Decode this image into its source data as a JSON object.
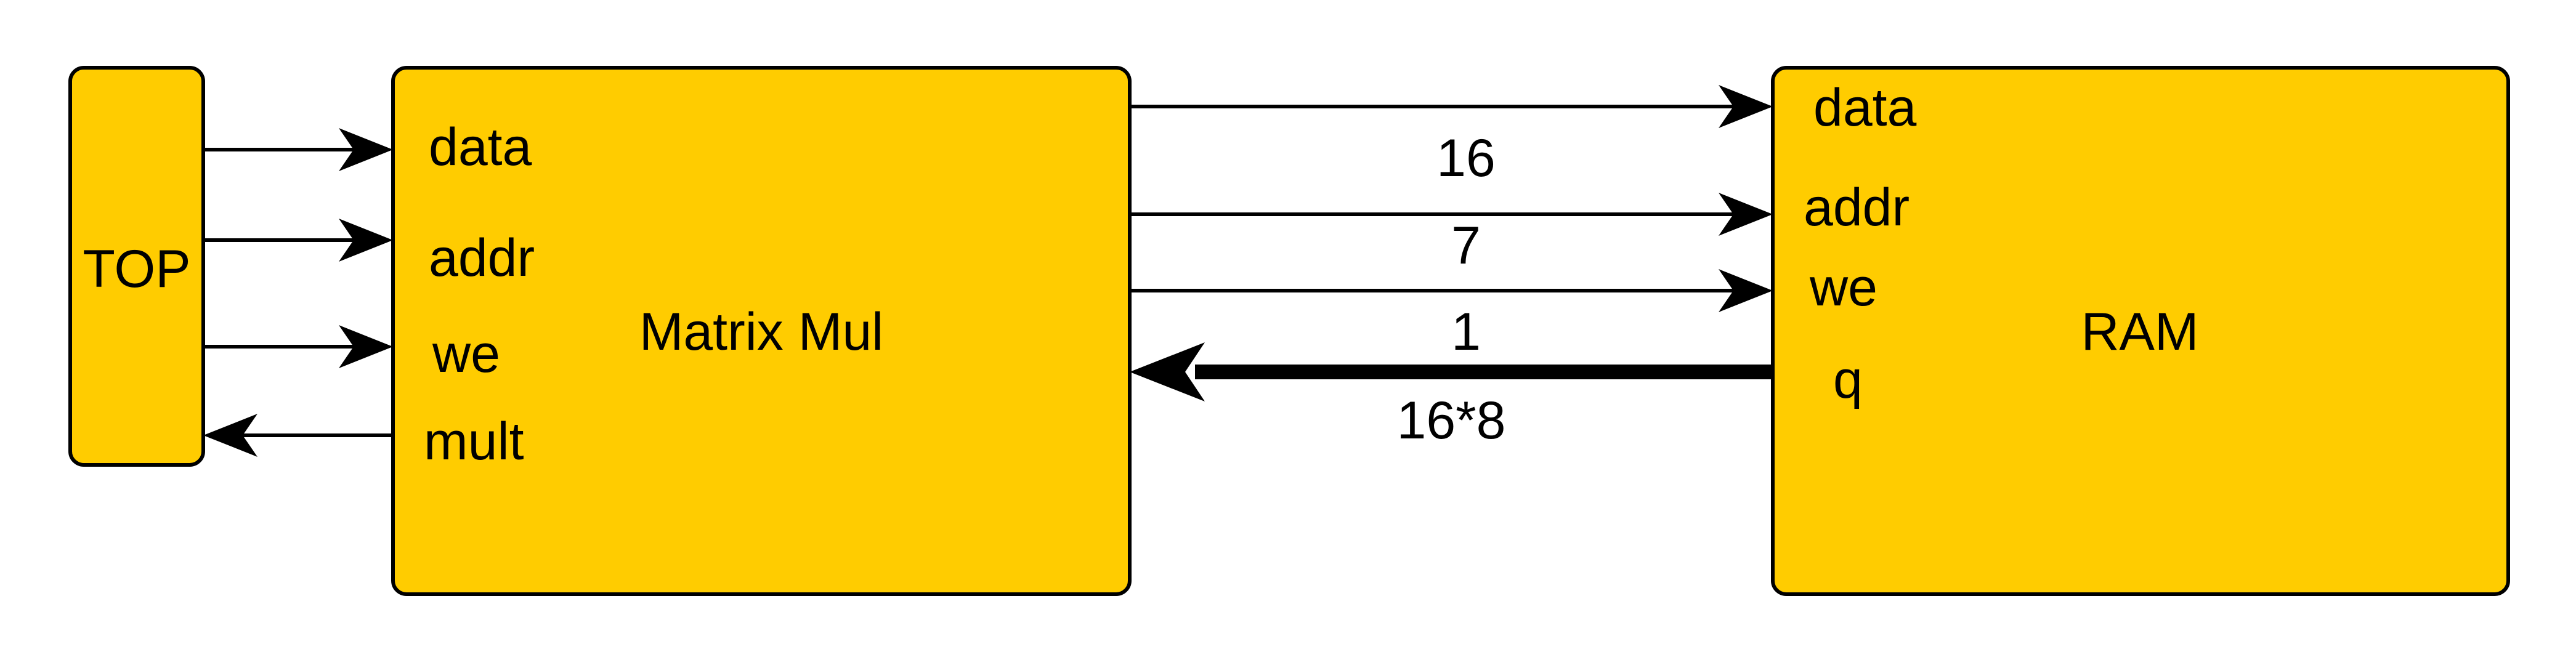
{
  "blocks": {
    "top": {
      "label": "TOP",
      "fill": "#FFCC00"
    },
    "matrix_mul": {
      "label": "Matrix Mul",
      "fill": "#FFCC00",
      "ports": {
        "data": "data",
        "addr": "addr",
        "we": "we",
        "mult": "mult"
      }
    },
    "ram": {
      "label": "RAM",
      "fill": "#FFCC00",
      "ports": {
        "data": "data",
        "addr": "addr",
        "we": "we",
        "q": "q"
      }
    }
  },
  "connections": {
    "data_width": "16",
    "addr_width": "7",
    "we_width": "1",
    "q_width": "16*8"
  }
}
